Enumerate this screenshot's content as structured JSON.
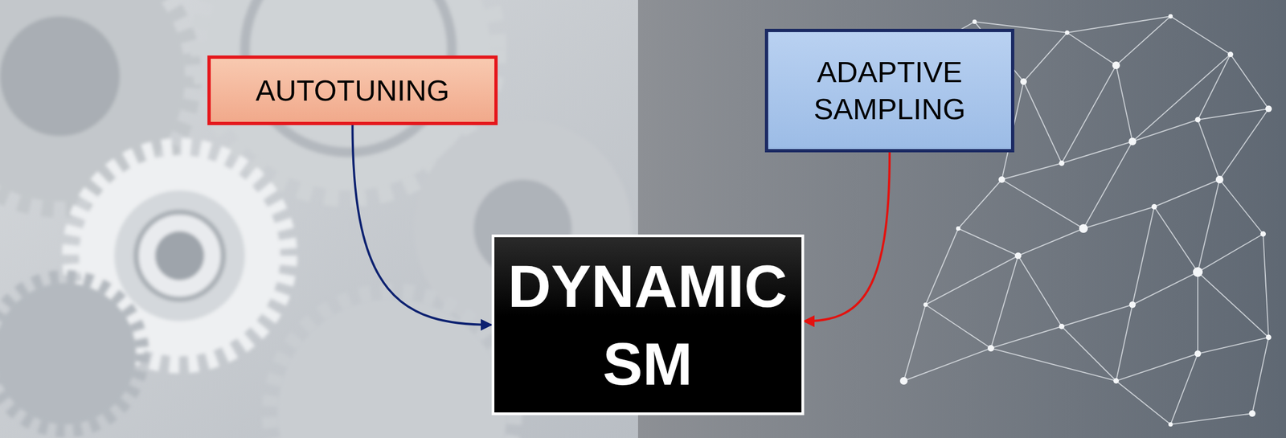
{
  "diagram": {
    "nodes": [
      {
        "text": [
          "AUTOTUNING"
        ]
      },
      {
        "text": [
          "ADAPTIVE SAMPLING"
        ]
      },
      {
        "text": [
          "DYNAMIC SM"
        ]
      }
    ],
    "edges": [
      {
        "from": 0,
        "to": 2,
        "arrow": "to"
      },
      {
        "from": 1,
        "to": 2,
        "arrow": "to"
      }
    ]
  }
}
